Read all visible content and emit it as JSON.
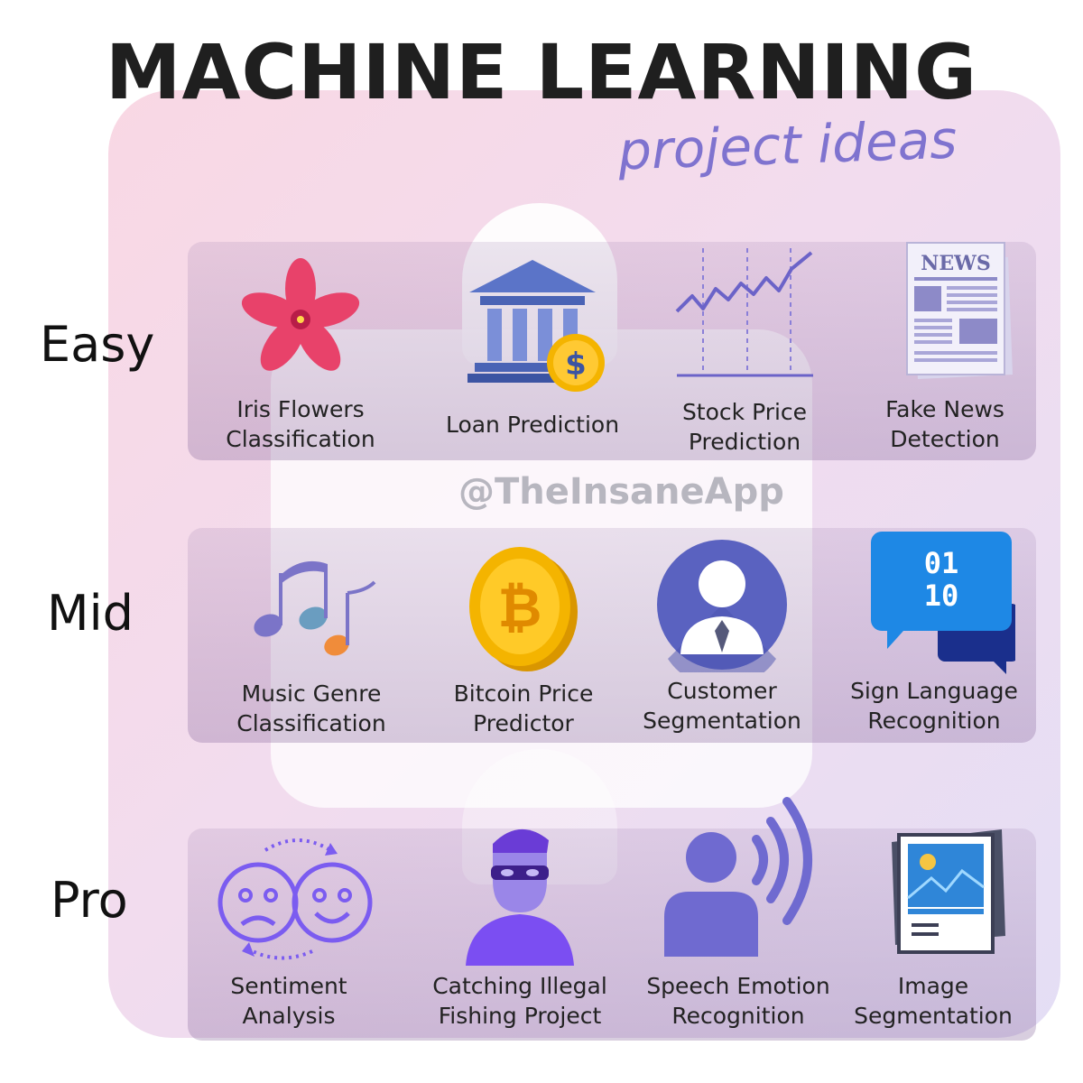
{
  "header": {
    "title": "MACHINE LEARNING",
    "subtitle": "project ideas"
  },
  "watermark": "@TheInsaneApp",
  "rows": [
    {
      "label": "Easy",
      "items": [
        {
          "label": "Iris Flowers\nClassification",
          "icon": "flower-icon"
        },
        {
          "label": "Loan Prediction",
          "icon": "bank-icon"
        },
        {
          "label": "Stock Price\nPrediction",
          "icon": "stock-chart-icon"
        },
        {
          "label": "Fake News\nDetection",
          "icon": "newspaper-icon"
        }
      ]
    },
    {
      "label": "Mid",
      "items": [
        {
          "label": "Music Genre\nClassification",
          "icon": "music-notes-icon"
        },
        {
          "label": "Bitcoin Price\nPredictor",
          "icon": "bitcoin-icon"
        },
        {
          "label": "Customer\nSegmentation",
          "icon": "customer-icon"
        },
        {
          "label": "Sign Language\nRecognition",
          "icon": "chat-binary-icon"
        }
      ]
    },
    {
      "label": "Pro",
      "items": [
        {
          "label": "Sentiment\nAnalysis",
          "icon": "faces-icon"
        },
        {
          "label": "Catching Illegal\nFishing Project",
          "icon": "thief-icon"
        },
        {
          "label": "Speech Emotion\nRecognition",
          "icon": "speaker-waves-icon"
        },
        {
          "label": "Image\nSegmentation",
          "icon": "picture-icon"
        }
      ]
    }
  ],
  "icon_text": {
    "news": "NEWS",
    "binary_top": "01",
    "binary_bottom": "10",
    "dollar": "$"
  },
  "colors": {
    "title": "#1f1f1f",
    "subtitle": "#7f73cf",
    "accent_purple": "#7b5cf0",
    "flower": "#e8426a",
    "bank": "#5b74c8",
    "coin": "#f4b400"
  }
}
